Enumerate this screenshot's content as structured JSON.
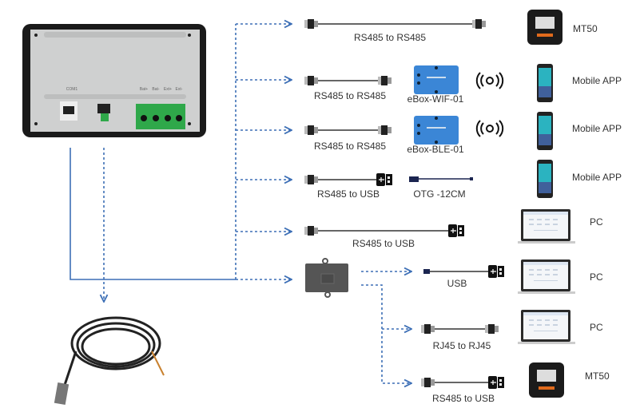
{
  "colors": {
    "link_line": "#3d6fb6",
    "ebox_blue": "#3b86d6",
    "terminal_green": "#2fa84a"
  },
  "controller": {
    "ports": [
      "COM1",
      "Bat+",
      "Bat-",
      "Ext+",
      "Ext-"
    ]
  },
  "rows": [
    {
      "cable": "RS485 to RS485",
      "device": "MT50"
    },
    {
      "cable": "RS485 to RS485",
      "adapter": "eBox-WIF-01",
      "device": "Mobile APP"
    },
    {
      "cable": "RS485 to RS485",
      "adapter": "eBox-BLE-01",
      "device": "Mobile APP"
    },
    {
      "cable": "RS485 to USB",
      "adapter": "OTG -12CM",
      "device": "Mobile APP"
    },
    {
      "cable": "RS485 to USB",
      "device": "PC"
    }
  ],
  "gateway_rows": [
    {
      "cable": "USB",
      "device": "PC"
    },
    {
      "cable": "RJ45 to RJ45",
      "device": "PC"
    },
    {
      "cable": "RS485 to USB",
      "device": "MT50"
    }
  ],
  "icons": [
    "rj45-connector-icon",
    "usb-plug-icon",
    "wireless-signal-icon",
    "smartphone-icon",
    "laptop-icon",
    "mt50-meter-icon",
    "ebox-adapter-icon",
    "gateway-box-icon",
    "coiled-cable-icon"
  ]
}
